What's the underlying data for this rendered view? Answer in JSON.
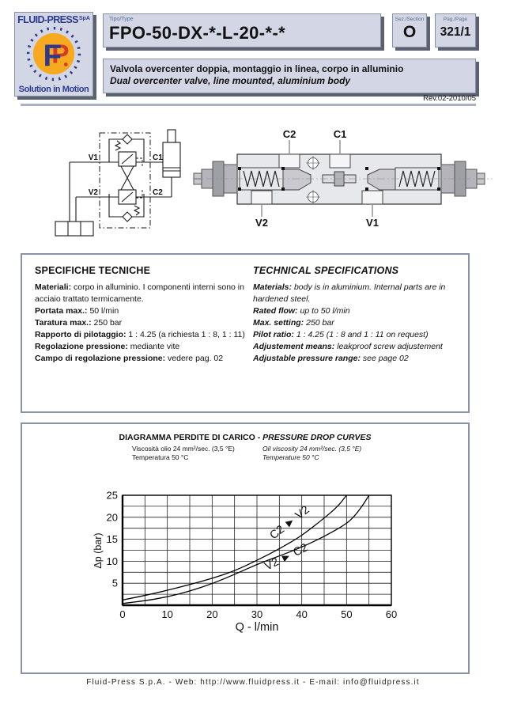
{
  "header": {
    "logo": {
      "brand": "FLUID-PRESS",
      "suffix": "SpA",
      "tagline": "Solution in Motion",
      "monogram_f": "F",
      "monogram_p": "P"
    },
    "type_label": "Tipo/Type",
    "model_code": "FPO-50-DX-*-L-20-*-*",
    "section_label": "Sez./Section",
    "section_value": "O",
    "page_label": "Pag./Page",
    "page_value": "321/1",
    "description_it": "Valvola overcenter doppia, montaggio in linea, corpo in alluminio",
    "description_en": "Dual overcenter valve, line mounted, aluminium body",
    "revision": "Rev.02-2010/05"
  },
  "schematic": {
    "ports": {
      "v1": "V1",
      "c1": "C1",
      "v2": "V2",
      "c2": "C2"
    }
  },
  "section_view": {
    "ports": {
      "c2": "C2",
      "c1": "C1",
      "v2": "V2",
      "v1": "V1"
    }
  },
  "specs_it": {
    "title": "SPECIFICHE TECNICHE",
    "items": [
      {
        "label": "Materiali:",
        "value": "corpo in alluminio. I componenti interni sono in acciaio trattato termicamente."
      },
      {
        "label": "Portata max.:",
        "value": "50 l/min"
      },
      {
        "label": "Taratura max.:",
        "value": "250 bar"
      },
      {
        "label": "Rapporto di pilotaggio:",
        "value": "1 : 4.25 (a richiesta 1 : 8, 1 : 11)"
      },
      {
        "label": "Regolazione pressione:",
        "value": "mediante vite"
      },
      {
        "label": "Campo di regolazione pressione:",
        "value": "vedere pag. 02"
      }
    ]
  },
  "specs_en": {
    "title": "TECHNICAL SPECIFICATIONS",
    "items": [
      {
        "label": "Materials:",
        "value": "body is in aluminium. Internal parts are in hardened steel."
      },
      {
        "label": "Rated flow:",
        "value": "up to 50 l/min"
      },
      {
        "label": "Max. setting:",
        "value": "250 bar"
      },
      {
        "label": "Pilot ratio:",
        "value": "1 : 4.25 (1 : 8 and 1 : 11 on request)"
      },
      {
        "label": "Adjustement means:",
        "value": "leakproof screw adjustement"
      },
      {
        "label": "Adjustable pressure range:",
        "value": "see page 02"
      }
    ]
  },
  "chart_data": {
    "type": "line",
    "title_it": "DIAGRAMMA PERDITE DI CARICO -",
    "title_en": "PRESSURE DROP CURVES",
    "subtitle_it": [
      "Viscosità olio 24 mm²/sec. (3,5 °E)",
      "Temperatura 50 °C"
    ],
    "subtitle_en": [
      "Oil viscosity 24 mm²/sec. (3,5 °E)",
      "Temperature 50 °C"
    ],
    "xlabel": "Q - l/min",
    "ylabel": "Δp (bar)",
    "xlim": [
      0,
      60
    ],
    "ylim": [
      0,
      25
    ],
    "x_ticks": [
      0,
      10,
      20,
      30,
      40,
      50,
      60
    ],
    "y_ticks": [
      0,
      5,
      10,
      15,
      20,
      25
    ],
    "grid_minor_x": 5,
    "grid_minor_y": 2.5,
    "grid": true,
    "series": [
      {
        "name": "C2 ► V2",
        "points": [
          [
            0,
            1.2
          ],
          [
            5,
            2.2
          ],
          [
            10,
            3.4
          ],
          [
            15,
            4.7
          ],
          [
            20,
            6.1
          ],
          [
            25,
            7.8
          ],
          [
            30,
            10.2
          ],
          [
            35,
            12.8
          ],
          [
            40,
            15.8
          ],
          [
            45,
            19.8
          ],
          [
            48,
            22.4
          ],
          [
            50,
            25
          ]
        ]
      },
      {
        "name": "V2 ► C2",
        "points": [
          [
            0,
            0.4
          ],
          [
            5,
            1.0
          ],
          [
            10,
            1.9
          ],
          [
            15,
            3.2
          ],
          [
            20,
            4.9
          ],
          [
            25,
            7.0
          ],
          [
            30,
            9.3
          ],
          [
            35,
            11.2
          ],
          [
            40,
            13.2
          ],
          [
            45,
            15.6
          ],
          [
            50,
            18.5
          ],
          [
            52,
            20.5
          ],
          [
            54,
            23.3
          ],
          [
            55,
            25
          ]
        ]
      }
    ]
  },
  "footer": {
    "text": "Fluid-Press S.p.A. - Web: http://www.fluidpress.it - E-mail: info@fluidpress.it"
  },
  "colors": {
    "panel": "#d3d7e5",
    "panel_border": "#8a90a5",
    "panel_shadow": "#5c6170",
    "frame_border": "#8b92a8",
    "navy": "#2b3a8f",
    "orange": "#f7a91f",
    "red": "#d43a28",
    "separator": "#a9b2c6"
  }
}
